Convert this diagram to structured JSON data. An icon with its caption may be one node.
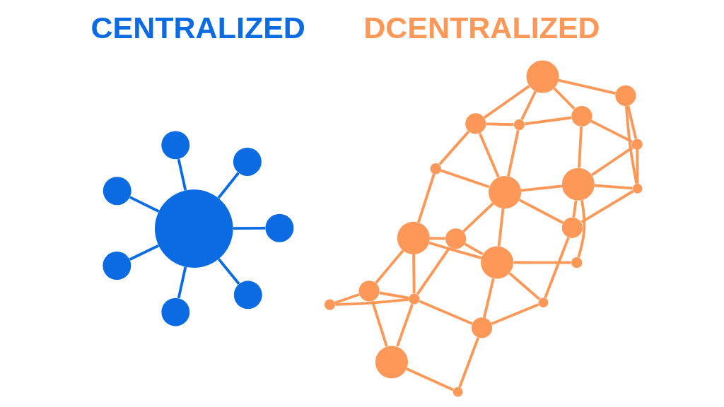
{
  "diagram": {
    "nodes": [
      {
        "text": [],
        "shape": "circle"
      },
      {
        "text": [],
        "shape": "circle"
      },
      {
        "text": [],
        "shape": "circle"
      },
      {
        "text": [],
        "shape": "circle"
      },
      {
        "text": [],
        "shape": "circle"
      },
      {
        "text": [],
        "shape": "circle"
      },
      {
        "text": [],
        "shape": "circle"
      },
      {
        "text": [],
        "shape": "circle"
      },
      {
        "text": [],
        "shape": "circle"
      },
      {
        "text": [],
        "shape": "circle"
      },
      {
        "text": [],
        "shape": "circle"
      },
      {
        "text": [],
        "shape": "circle"
      },
      {
        "text": [],
        "shape": "circle"
      },
      {
        "text": [],
        "shape": "circle"
      },
      {
        "text": [],
        "shape": "circle"
      },
      {
        "text": [],
        "shape": "circle"
      },
      {
        "text": [],
        "shape": "circle"
      },
      {
        "text": [],
        "shape": "circle"
      },
      {
        "text": [],
        "shape": "circle"
      },
      {
        "text": [],
        "shape": "circle"
      },
      {
        "text": [],
        "shape": "circle"
      },
      {
        "text": [],
        "shape": "circle"
      },
      {
        "text": [],
        "shape": "circle"
      },
      {
        "text": [],
        "shape": "circle"
      },
      {
        "text": [],
        "shape": "circle"
      },
      {
        "text": [],
        "shape": "circle"
      },
      {
        "text": [],
        "shape": "circle"
      },
      {
        "text": [],
        "shape": "circle"
      },
      {
        "text": [],
        "shape": "circle"
      },
      {
        "text": [],
        "shape": "circle"
      }
    ],
    "edges": [
      {
        "from": 0,
        "to": 1,
        "arrow": "none",
        "color": "#0a6be3"
      },
      {
        "from": 0,
        "to": 2,
        "arrow": "none",
        "color": "#0a6be3"
      },
      {
        "from": 0,
        "to": 3,
        "arrow": "none",
        "color": "#0a6be3"
      },
      {
        "from": 0,
        "to": 4,
        "arrow": "none",
        "color": "#0a6be3"
      },
      {
        "from": 0,
        "to": 5,
        "arrow": "none",
        "color": "#0a6be3"
      },
      {
        "from": 0,
        "to": 6,
        "arrow": "none",
        "color": "#0a6be3"
      },
      {
        "from": 0,
        "to": 7,
        "arrow": "none",
        "color": "#0a6be3"
      },
      {
        "from": 10,
        "to": 8,
        "arrow": "none"
      },
      {
        "from": 10,
        "to": 11,
        "arrow": "none"
      },
      {
        "from": 10,
        "to": 15,
        "arrow": "none"
      },
      {
        "from": 10,
        "to": 16,
        "arrow": "none"
      },
      {
        "from": 11,
        "to": 8,
        "arrow": "none"
      },
      {
        "from": 11,
        "to": 13,
        "arrow": "none"
      },
      {
        "from": 11,
        "to": 15,
        "arrow": "none"
      },
      {
        "from": 11,
        "to": 20,
        "arrow": "none"
      },
      {
        "from": 11,
        "to": 19,
        "arrow": "none"
      },
      {
        "from": 15,
        "to": 16,
        "arrow": "none"
      },
      {
        "from": 15,
        "to": 20,
        "arrow": "none"
      },
      {
        "from": 16,
        "to": 25,
        "arrow": "none"
      },
      {
        "from": 8,
        "to": 19,
        "arrow": "none"
      },
      {
        "from": 13,
        "to": 12,
        "arrow": "none"
      },
      {
        "from": 19,
        "to": 12,
        "arrow": "none"
      },
      {
        "from": 19,
        "to": 21,
        "arrow": "none"
      },
      {
        "from": 19,
        "to": 23,
        "arrow": "none"
      },
      {
        "from": 19,
        "to": 28,
        "arrow": "none"
      },
      {
        "from": 19,
        "to": 26,
        "arrow": "none"
      },
      {
        "from": 20,
        "to": 23,
        "arrow": "none"
      },
      {
        "from": 20,
        "to": 25,
        "arrow": "none"
      },
      {
        "from": 23,
        "to": 25,
        "arrow": "none"
      },
      {
        "from": 23,
        "to": 28,
        "arrow": "none"
      },
      {
        "from": 25,
        "to": 28,
        "arrow": "none"
      },
      {
        "from": 28,
        "to": 26,
        "arrow": "none"
      },
      {
        "from": 8,
        "to": 9,
        "arrow": "none"
      },
      {
        "from": 9,
        "to": 12,
        "arrow": "none"
      },
      {
        "from": 9,
        "to": 17,
        "arrow": "none"
      },
      {
        "from": 12,
        "to": 17,
        "arrow": "none"
      },
      {
        "from": 12,
        "to": 21,
        "arrow": "none"
      },
      {
        "from": 12,
        "to": 24,
        "arrow": "none"
      },
      {
        "from": 21,
        "to": 24,
        "arrow": "none"
      },
      {
        "from": 21,
        "to": 22,
        "arrow": "none"
      },
      {
        "from": 24,
        "to": 22,
        "arrow": "none"
      },
      {
        "from": 24,
        "to": 26,
        "arrow": "none"
      },
      {
        "from": 24,
        "to": 27,
        "arrow": "none"
      },
      {
        "from": 22,
        "to": 17,
        "arrow": "none"
      },
      {
        "from": 22,
        "to": 18,
        "arrow": "none"
      },
      {
        "from": 22,
        "to": 27,
        "arrow": "none"
      },
      {
        "from": 22,
        "to": 29,
        "arrow": "none"
      },
      {
        "from": 18,
        "to": 14,
        "arrow": "none"
      },
      {
        "from": 14,
        "to": 17,
        "arrow": "none"
      },
      {
        "from": 18,
        "to": 27,
        "arrow": "none"
      },
      {
        "from": 27,
        "to": 29,
        "arrow": "none"
      }
    ],
    "labels": [
      "CENTRALIZED",
      "DCENTRALIZED"
    ]
  }
}
